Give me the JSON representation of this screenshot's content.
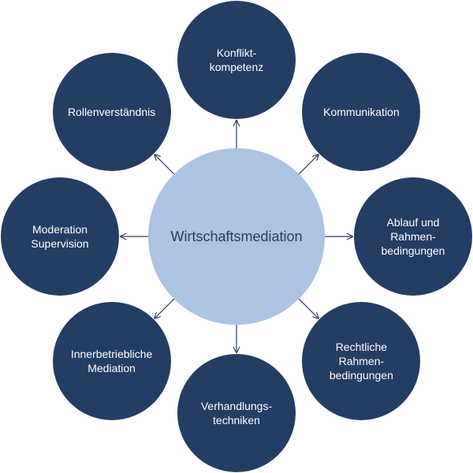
{
  "center": {
    "label": "Wirtschaftsmediation"
  },
  "nodes": [
    {
      "key": "konfliktkompetenz",
      "label": "Konflikt-\nkompetenz"
    },
    {
      "key": "kommunikation",
      "label": "Kommunikation"
    },
    {
      "key": "ablauf",
      "label": "Ablauf und\nRahmen-\nbedingungen"
    },
    {
      "key": "rechtliche",
      "label": "Rechtliche\nRahmen-\nbedingungen"
    },
    {
      "key": "verhandlungstechniken",
      "label": "Verhandlungs-\ntechniken"
    },
    {
      "key": "innerbetriebliche",
      "label": "Innerbetriebliche\nMediation"
    },
    {
      "key": "moderation",
      "label": "Moderation\nSupervision"
    },
    {
      "key": "rollenverstaendnis",
      "label": "Rollenverständnis"
    }
  ],
  "colors": {
    "node_fill": "#233d65",
    "center_fill": "#adc3e3",
    "center_text": "#233d65",
    "node_text": "#ffffff",
    "arrow": "#2f3f5c"
  }
}
